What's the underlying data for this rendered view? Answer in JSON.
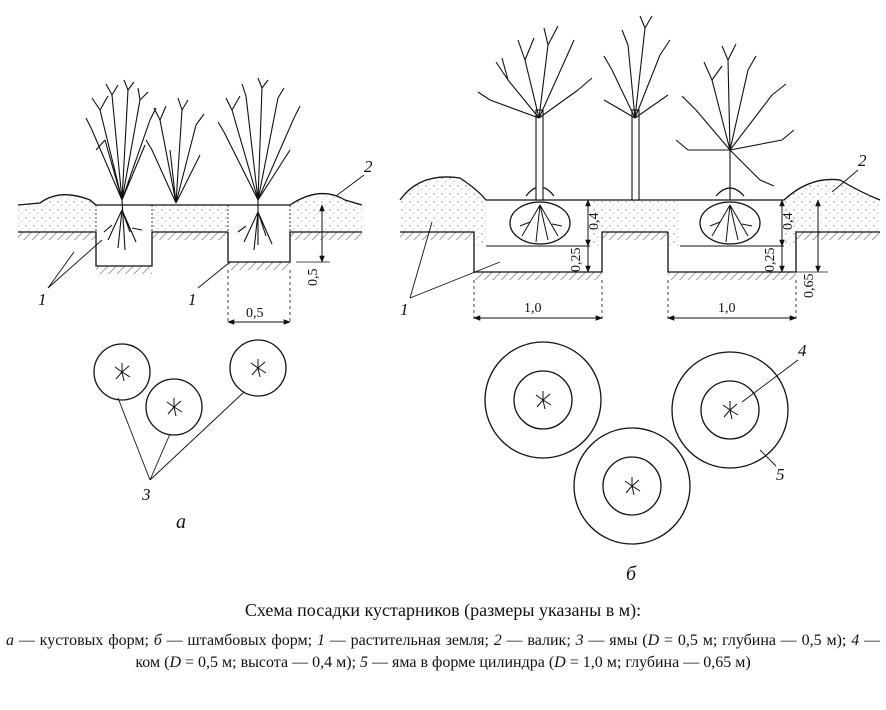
{
  "labels": {
    "a_1": "1",
    "a_1b": "1",
    "a_2": "2",
    "a_3": "3",
    "b_1": "1",
    "b_2": "2",
    "b_4": "4",
    "b_5": "5"
  },
  "dims": {
    "a_width": "0,5",
    "a_depth": "0,5",
    "b_width_left": "1,0",
    "b_width_right": "1,0",
    "b_ball_left": "0,4",
    "b_bottom_left": "0,25",
    "b_ball_right": "0,4",
    "b_bottom_right": "0,25",
    "b_depth": "0,65"
  },
  "subfig": {
    "a": "а",
    "b": "б"
  },
  "caption": {
    "title": "Схема посадки кустарников (размеры указаны в м):",
    "p1_letter": "а",
    "p1_text": " — кустовых форм; ",
    "p2_letter": "б",
    "p2_text": " — штамбовых форм; ",
    "p3_num": "1",
    "p3_text": " — растительная земля; ",
    "p4_num": "2",
    "p4_text": " — валик; ",
    "p5_num": "3",
    "p5_text": " — ямы (",
    "p5_d": "D",
    "p5_rest": " = 0,5 м; глубина — 0,5 м); ",
    "p6_num": "4",
    "p6_text": " — ком (",
    "p6_d": "D",
    "p6_rest": " = 0,5 м; высота — 0,4 м); ",
    "p7_num": "5",
    "p7_text": " — яма в форме цилиндра (",
    "p7_d": "D",
    "p7_rest": " = 1,0 м; глубина — 0,65 м)"
  }
}
